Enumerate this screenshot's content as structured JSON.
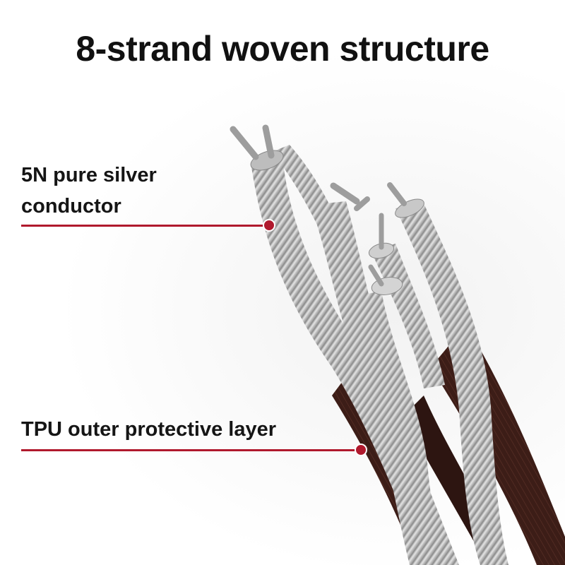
{
  "title": "8-strand woven structure",
  "callouts": [
    {
      "text_line1": "5N pure silver",
      "text_line2": "conductor"
    },
    {
      "text": "TPU outer protective layer"
    }
  ],
  "colors": {
    "accent_red": "#b0192d",
    "silver": "#c9c9c9",
    "silver_dark": "#8d8d8d",
    "jacket_brown": "#4a2620"
  }
}
